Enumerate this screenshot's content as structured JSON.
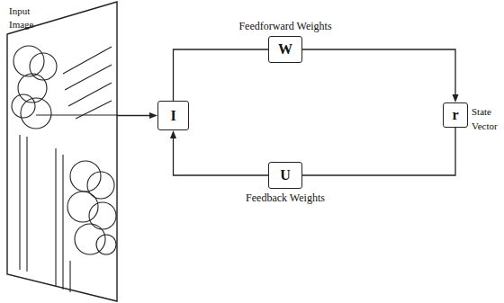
{
  "diagram": {
    "nodes": [
      {
        "text": [
          "Input Image"
        ]
      },
      {
        "text": [
          "I"
        ]
      },
      {
        "text": [
          "Feedforward Weights",
          "W"
        ]
      },
      {
        "text": [
          "r",
          "State Vector"
        ]
      },
      {
        "text": [
          "U",
          "Feedback Weights"
        ]
      }
    ],
    "edges": [
      {
        "from": 0,
        "to": 1,
        "arrow": "to"
      },
      {
        "from": 1,
        "to": 2,
        "arrow": "none"
      },
      {
        "from": 2,
        "to": 3,
        "arrow": "to"
      },
      {
        "from": 3,
        "to": 4,
        "arrow": "none"
      },
      {
        "from": 4,
        "to": 1,
        "arrow": "to"
      }
    ]
  }
}
